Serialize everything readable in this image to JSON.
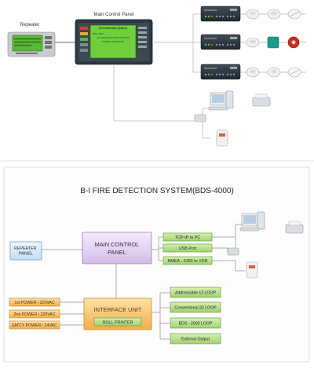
{
  "top_panel": {
    "repeater_label": "Repeater",
    "main_panel_label": "Main Control Panel",
    "screen_title": "Fire Detection System",
    "screen_line_1": "BDS-4000",
    "screen_line_2": "B-I FIRE DETECTION SYSTEM",
    "screen_line_3": "NORMAL CONDITION"
  },
  "diagram": {
    "title": "B-I FIRE DETECTION SYSTEM(BDS-4000)",
    "repeater_panel": "REPEATER PANEL",
    "main_control_panel": "MAIN CONTROL PANEL",
    "interface_unit": "INTERFACE UNIT",
    "roll_printer": "ROLL PRINTER",
    "outputs": [
      "TCP-IP to PC",
      "USB Port",
      "NMEA - 0183 to VDR"
    ],
    "power_inputs": [
      "1st POWER / 220VAC",
      "2nd POWER / 220VAC",
      "EM'CY POWER / 24VAC"
    ],
    "loops": [
      "Addressable 12 LOOP",
      "Conventional 32 LOOP",
      "BDS - 2000 LOOP",
      "External Output"
    ]
  },
  "colors": {
    "green_box": "#b6df8a",
    "green_border": "#6aa33c",
    "purple_box": "#e3d4f0",
    "purple_border": "#9a76bf",
    "orange_box": "#f7c46c",
    "orange_border": "#d5892a",
    "blue_box": "#d7e9f8",
    "blue_border": "#6a9fd0"
  }
}
